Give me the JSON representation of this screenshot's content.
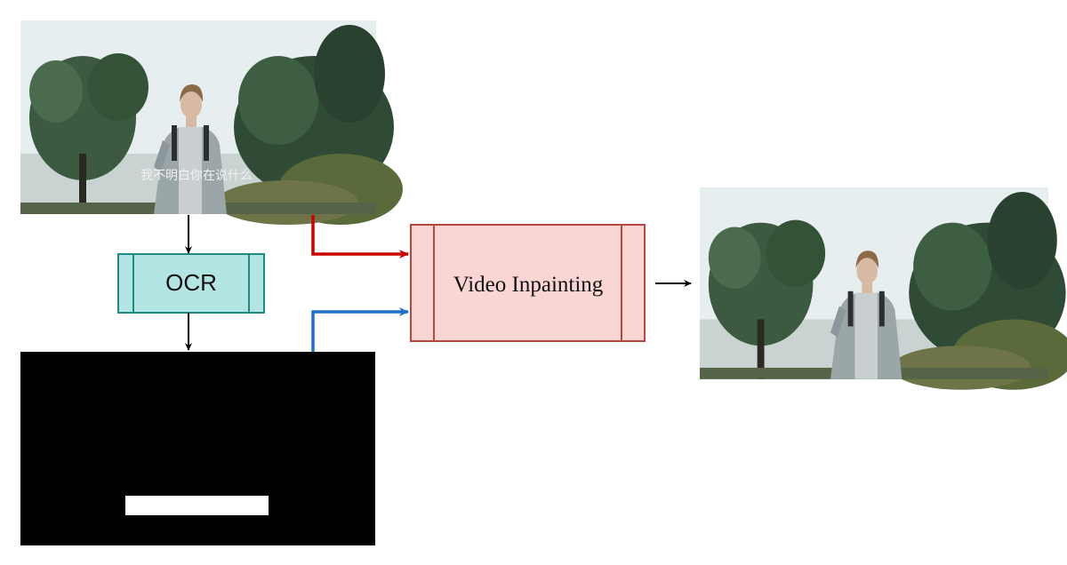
{
  "input_frame": {
    "subtitle": "我不明白你在说什么"
  },
  "ocr_box": {
    "label": "OCR",
    "fill": "#b3e5e3",
    "stroke": "#1f8a84"
  },
  "inpaint_box": {
    "label": "Video Inpainting",
    "fill": "#f9d6d3",
    "stroke": "#b5483e"
  },
  "colors": {
    "frame_arrow": "#cc0000",
    "mask_arrow": "#1f6fcc",
    "neutral_arrow": "#000000",
    "mask_background": "#000000",
    "mask_region": "#ffffff",
    "sky": "#e7eef0",
    "foliage": "#2f4a35"
  },
  "icons": {
    "person": "hiker-figure",
    "trees": "forest-scene"
  }
}
